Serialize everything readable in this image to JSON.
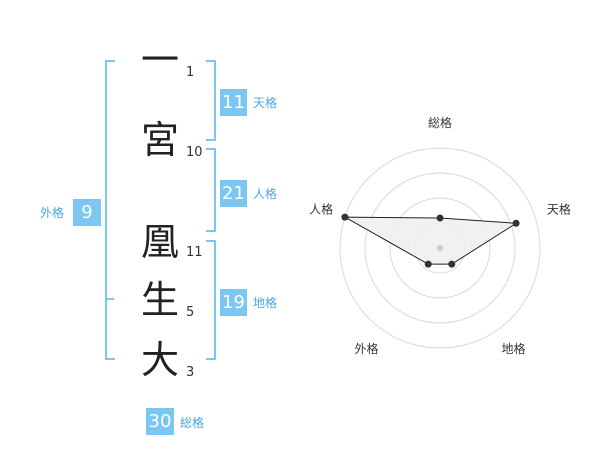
{
  "name": {
    "chars": [
      {
        "char": "一",
        "strokes": "1"
      },
      {
        "char": "宮",
        "strokes": "10"
      },
      {
        "char": "凰",
        "strokes": "11"
      },
      {
        "char": "生",
        "strokes": "5"
      },
      {
        "char": "大",
        "strokes": "3"
      }
    ]
  },
  "kaku": {
    "gaikaku": {
      "value": "9",
      "label": "外格"
    },
    "tenkaku": {
      "value": "11",
      "label": "天格"
    },
    "jinkaku": {
      "value": "21",
      "label": "人格"
    },
    "chikaku": {
      "value": "19",
      "label": "地格"
    },
    "soukaku": {
      "value": "30",
      "label": "総格"
    }
  },
  "colors": {
    "accent": "#7cc7f2",
    "accent_text": "#4aa8e0"
  },
  "chart_data": {
    "type": "radar",
    "axes": [
      "総格",
      "天格",
      "地格",
      "外格",
      "人格"
    ],
    "values": [
      0.3,
      0.8,
      0.2,
      0.2,
      1.0
    ],
    "rings": 4
  }
}
